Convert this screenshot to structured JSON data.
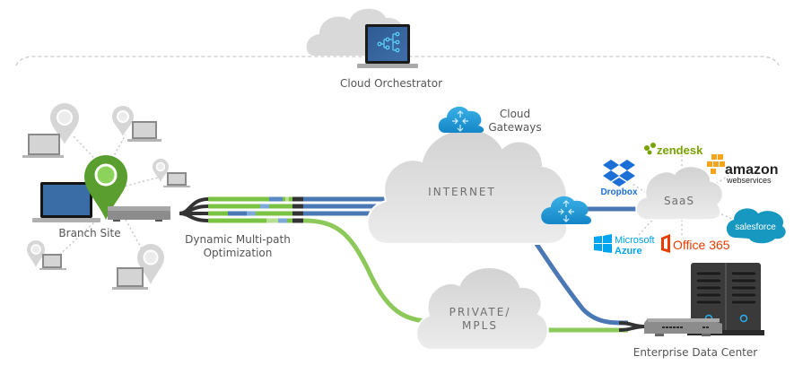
{
  "labels": {
    "orchestrator": "Cloud Orchestrator",
    "branch_site": "Branch Site",
    "multipath_line1": "Dynamic Multi-path",
    "multipath_line2": "Optimization",
    "cloud_gateways_line1": "Cloud",
    "cloud_gateways_line2": "Gateways",
    "internet": "INTERNET",
    "saas": "SaaS",
    "private_line1": "PRIVATE/",
    "private_line2": "MPLS",
    "data_center": "Enterprise Data Center"
  },
  "saas_apps": {
    "zendesk": "zendesk",
    "amazon_line1": "amazon",
    "amazon_line2": "webservices",
    "dropbox": "Dropbox",
    "salesforce": "salesforce",
    "azure_line1": "Microsoft",
    "azure_line2": "Azure",
    "office": "Office 365"
  },
  "colors": {
    "green_pin": "#5a9e2f",
    "green_link": "#7cc242",
    "blue_link": "#4a78b5",
    "gateway_blue": "#1c9ad6",
    "cloud_grey": "#dcdcdc",
    "zendesk": "#78a300",
    "amazon": "#f7a31c",
    "dropbox": "#0061fe",
    "salesforce": "#1798c1",
    "azure": "#00a4ef",
    "office": "#eb3c00"
  }
}
